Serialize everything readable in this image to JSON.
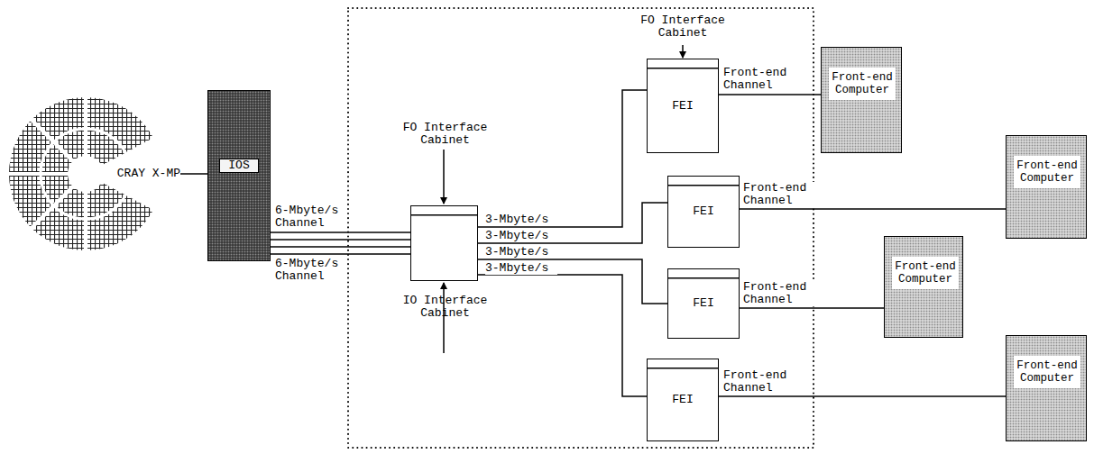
{
  "diagram": {
    "nodes": [
      {
        "text": [
          "CRAY X-MP"
        ]
      },
      {
        "text": [
          "IOS"
        ]
      },
      {
        "text": [
          "FO Interface Cabinet",
          "IO Interface Cabinet"
        ]
      },
      {
        "text": [
          "FEI"
        ]
      },
      {
        "text": [
          "FEI"
        ]
      },
      {
        "text": [
          "FEI"
        ]
      },
      {
        "text": [
          "FEI"
        ]
      },
      {
        "text": [
          "Front-end Computer"
        ]
      },
      {
        "text": [
          "Front-end Computer"
        ]
      },
      {
        "text": [
          "Front-end Computer"
        ]
      },
      {
        "text": [
          "Front-end Computer"
        ]
      }
    ],
    "edges": [
      {
        "from": 0,
        "to": 1,
        "arrow": "none"
      },
      {
        "from": 1,
        "to": 2,
        "label": "6-Mbyte/s Channel",
        "arrow": "none"
      },
      {
        "from": 1,
        "to": 2,
        "arrow": "none"
      },
      {
        "from": 1,
        "to": 2,
        "arrow": "none"
      },
      {
        "from": 1,
        "to": 2,
        "label": "6-Mbyte/s Channel",
        "arrow": "none"
      },
      {
        "from": 2,
        "to": 3,
        "label": "3-Mbyte/s",
        "arrow": "none"
      },
      {
        "from": 2,
        "to": 4,
        "label": "3-Mbyte/s",
        "arrow": "none"
      },
      {
        "from": 2,
        "to": 5,
        "label": "3-Mbyte/s",
        "arrow": "none"
      },
      {
        "from": 2,
        "to": 6,
        "label": "3-Mbyte/s",
        "arrow": "none"
      },
      {
        "from": 3,
        "to": 7,
        "label": "Front-end Channel",
        "arrow": "none"
      },
      {
        "from": 4,
        "to": 8,
        "label": "Front-end Channel",
        "arrow": "none"
      },
      {
        "from": 5,
        "to": 9,
        "label": "Front-end Channel",
        "arrow": "none"
      },
      {
        "from": 6,
        "to": 10,
        "label": "Front-end Channel",
        "arrow": "none"
      }
    ],
    "labels": [
      "FO Interface Cabinet"
    ]
  }
}
